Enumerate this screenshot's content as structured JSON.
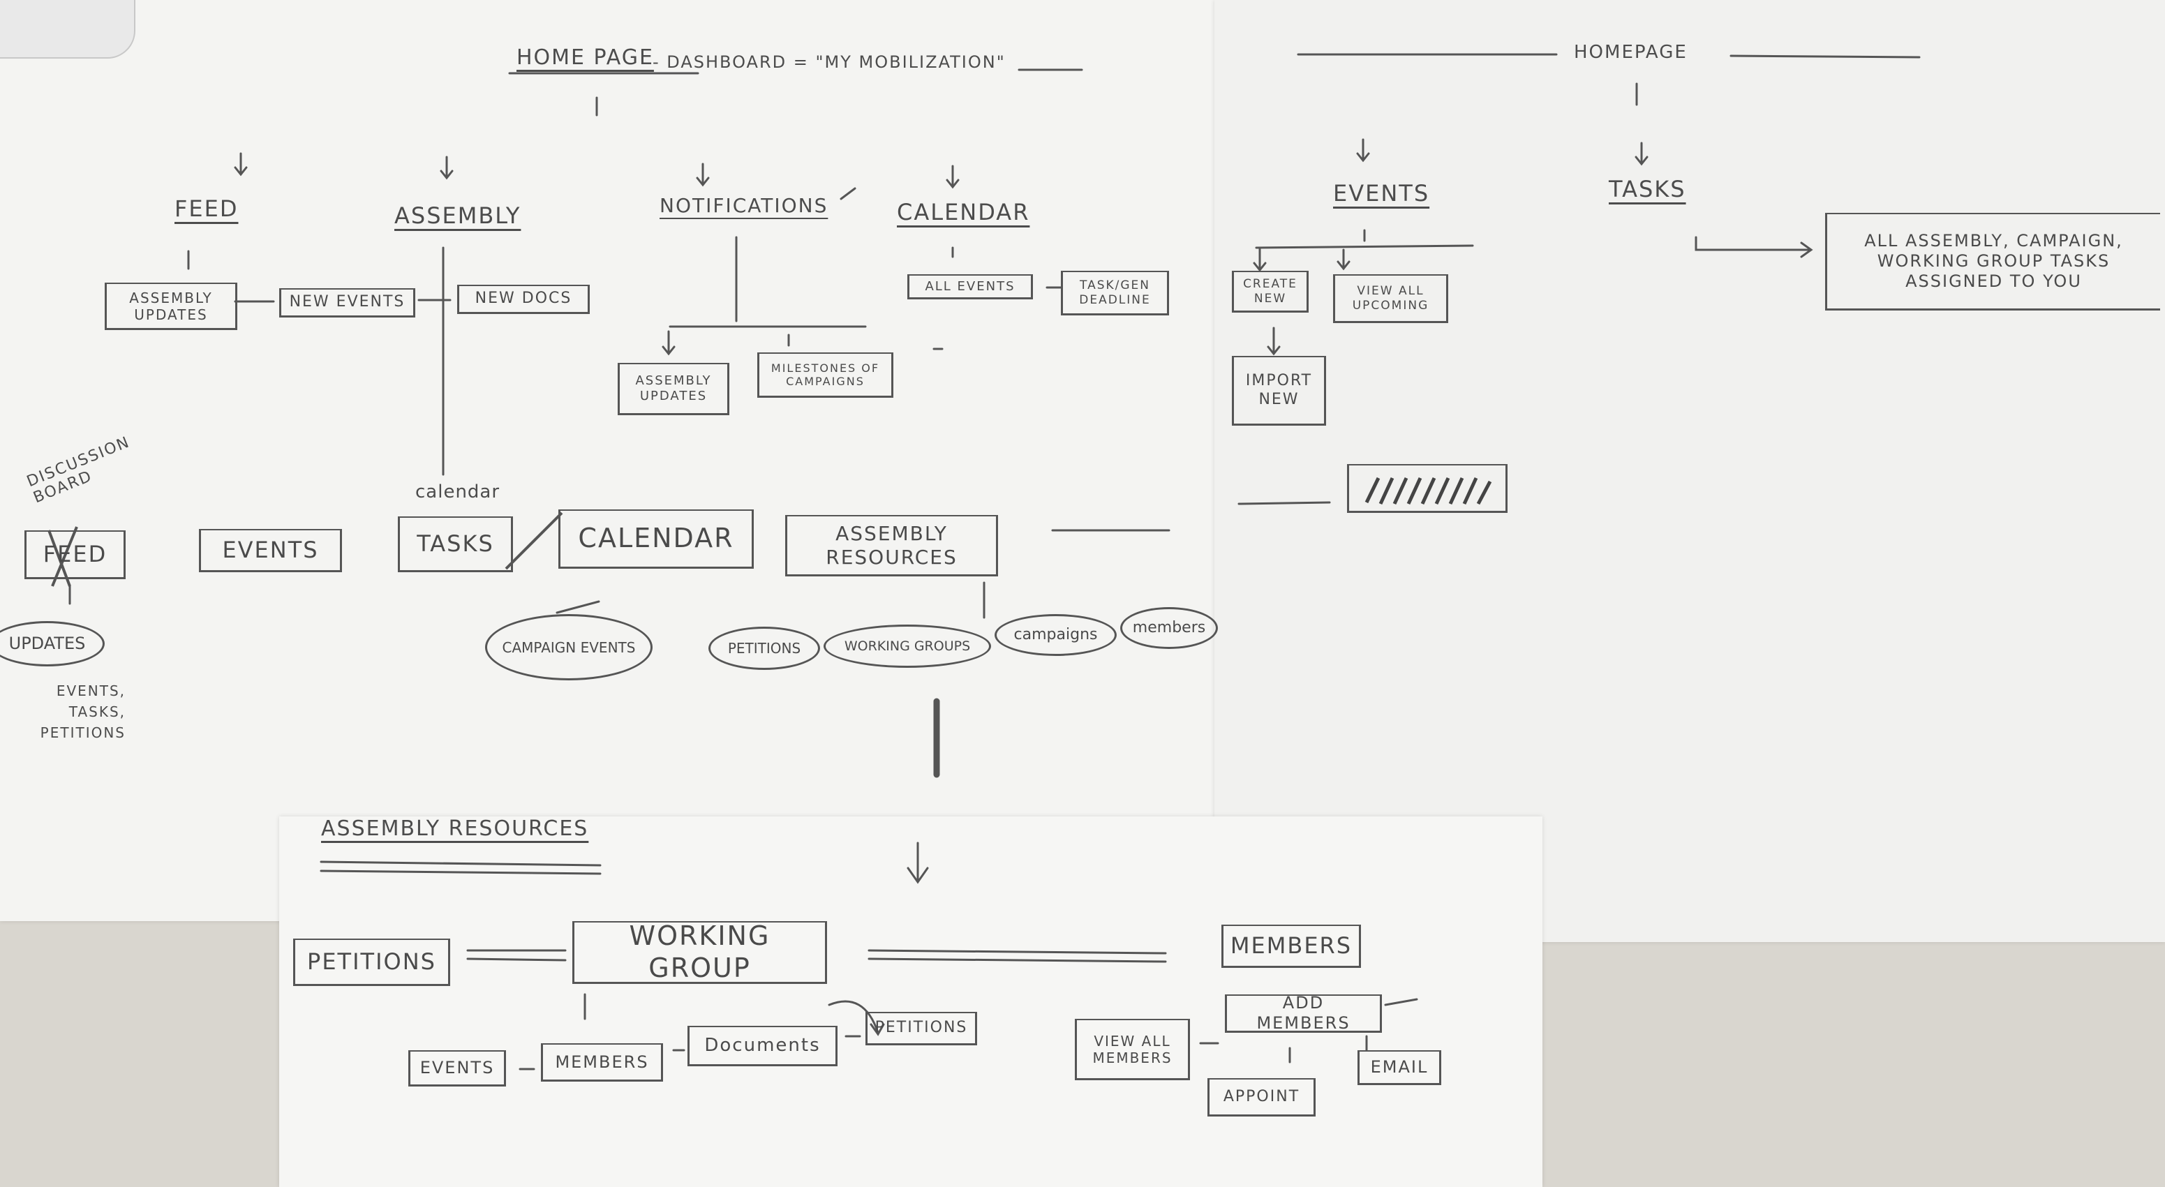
{
  "left_sheet": {
    "title": "HOME PAGE",
    "subtitle": "- DASHBOARD = \"MY MOBILIZATION\"",
    "feed": "FEED",
    "assembly": "ASSEMBLY",
    "notifications": "NOTIFICATIONS",
    "calendar": "CALENDAR",
    "assembly_updates": "ASSEMBLY UPDATES",
    "new_events": "NEW EVENTS",
    "new_docs": "NEW DOCS",
    "all_events": "ALL EVENTS",
    "task_gen_deadline": "TASK/GEN DEADLINE",
    "notif_assembly_updates": "ASSEMBLY UPDATES",
    "milestones": "MILESTONES OF CAMPAIGNS",
    "discussion_board": "DISCUSSION BOARD",
    "feed_box": "FEED",
    "events_box": "EVENTS",
    "calendar_note": "calendar",
    "tasks_box": "TASKS",
    "calendar_box": "CALENDAR",
    "assembly_resources_box": "ASSEMBLY RESOURCES",
    "updates_oval": "UPDATES",
    "updates_note": "EVENTS, TASKS, PETITIONS",
    "campaign_events_oval": "CAMPAIGN EVENTS",
    "petitions_oval": "PETITIONS",
    "working_groups_oval": "WORKING GROUPS",
    "campaigns_oval": "campaigns",
    "members_oval": "members"
  },
  "right_sheet": {
    "title": "HOMEPAGE",
    "events": "EVENTS",
    "tasks": "TASKS",
    "create_new": "CREATE NEW",
    "view_all_upcoming": "VIEW ALL UPCOMING",
    "import_new": "IMPORT NEW",
    "tasks_note": "ALL ASSEMBLY, CAMPAIGN, WORKING GROUP TASKS ASSIGNED TO YOU"
  },
  "bottom_sheet": {
    "title": "ASSEMBLY RESOURCES",
    "petitions": "PETITIONS",
    "working_group": "WORKING GROUP",
    "members": "MEMBERS",
    "events": "EVENTS",
    "wg_members": "MEMBERS",
    "documents": "Documents",
    "wg_petitions": "PETITIONS",
    "view_all_members": "VIEW ALL MEMBERS",
    "add_members": "ADD MEMBERS",
    "appoint": "APPOINT",
    "email": "EMAIL"
  }
}
